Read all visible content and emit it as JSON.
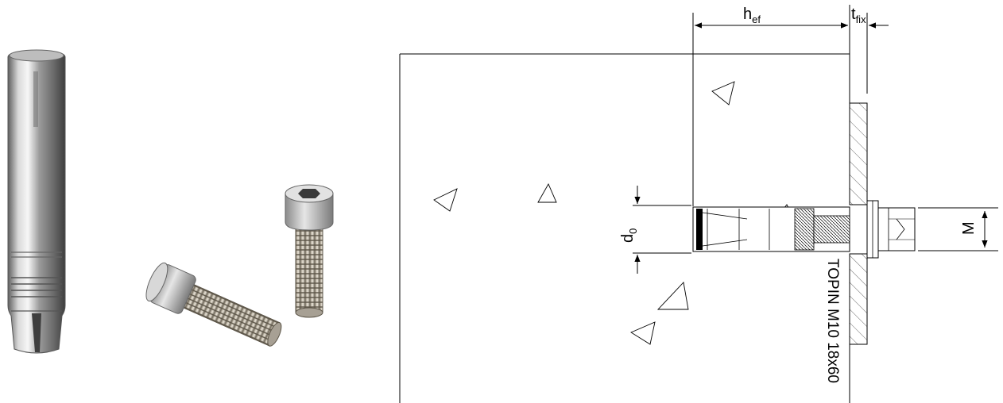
{
  "photo": {
    "items": [
      "expansion-sleeve",
      "socket-head-cap-screw",
      "socket-head-cap-screw"
    ]
  },
  "drawing": {
    "dims": {
      "h_ef": {
        "main": "h",
        "sub": "ef"
      },
      "t_fix": {
        "main": "t",
        "sub": "fix"
      },
      "d_0": {
        "main": "d",
        "sub": "0"
      },
      "M": "M"
    },
    "product_label": "TOPIN M10 18x60",
    "line_color": "#000000",
    "hatch_color": "#444444"
  }
}
